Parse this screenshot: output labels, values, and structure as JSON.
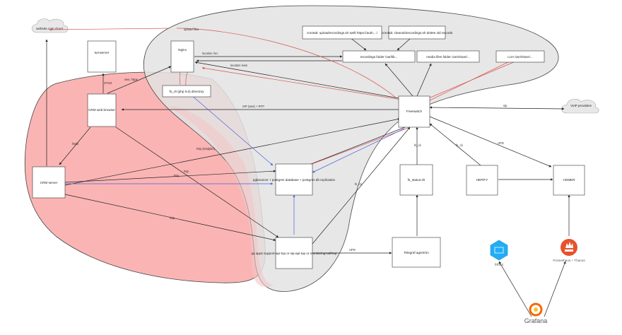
{
  "clouds": {
    "website": "website.com cloud",
    "voip": "VoIP providers"
  },
  "nodes": {
    "turnserver": "turnserver",
    "nginx": "Nginx",
    "fs_sip": "fs_cli (php 5.6) directory",
    "crm_browser": "CRM web browser",
    "crm_server": "CRM server",
    "cron_upload": "crontab: uploadrecordings.sh swift https://auth..../",
    "cron_clean": "crontab: cleanoldrecordings.sh delete old records",
    "recordings": "recordings folder /var/lib...",
    "media": "media files folder /usr/share/...",
    "lua": "LUA /usr/share/...",
    "freeswitch": "Freeswitch",
    "pgbouncer": "pgbouncer + postgres database + postgres db replication",
    "fs_status": "fs_status.sh",
    "heplify": "HEPIFY",
    "homer": "HOMER",
    "qa_apps": "qa apps support-api-top or sip-api-top or monitoring-call-top",
    "telegraf": "Telegraf agent/on",
    "influx": "Influx",
    "prometheus": "Prometheus + Thanos",
    "grafana": "Grafana"
  },
  "edges": {
    "upload_files": "upload files",
    "location_rec": "location /rec",
    "location_wss": "location /wss",
    "stun": "STUN",
    "wss_https": "wss, https",
    "sip_wss_rtp": "SIP (wss) + RTP",
    "sip": "sip",
    "https_crm": "https",
    "http_dialplan": "http (Dialplan)",
    "http_left": "http",
    "http_mid": "http",
    "http_lower": "http",
    "fs_cli_pg": "fs_cli",
    "fs_cli_status": "fs_cli",
    "fs_cli_hep": "fs_cli",
    "udp_homer": "UPD",
    "udp_telegraf": "UPD"
  },
  "colors": {
    "red_zone": "#fbb4b4",
    "gray_zone": "#e3e3e3",
    "red_edge": "#d9534f",
    "blue_edge": "#4a5fdc",
    "black_edge": "#222222",
    "influx": "#22adf6",
    "prometheus": "#e6522c",
    "grafana": "#f46800"
  }
}
